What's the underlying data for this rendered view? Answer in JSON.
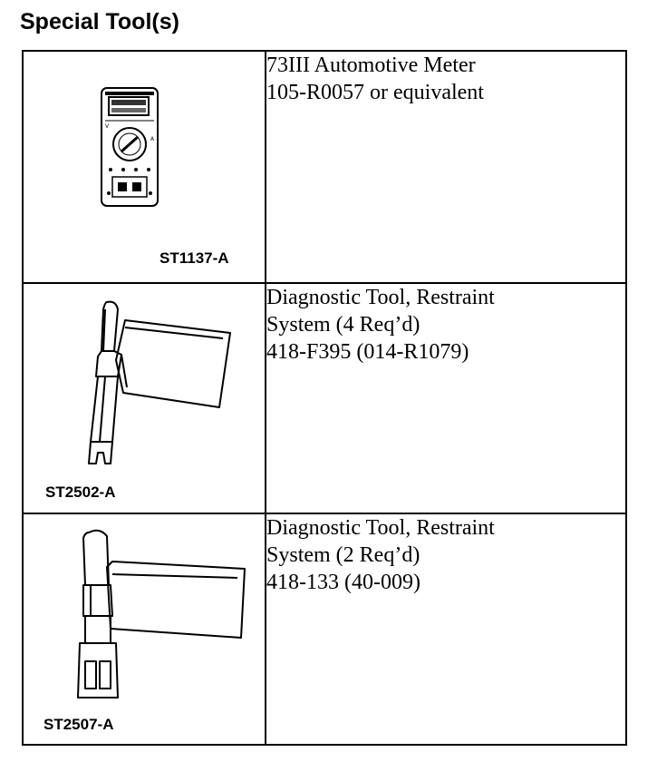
{
  "title": "Special Tool(s)",
  "tools": [
    {
      "illustration_code": "ST1137-A",
      "description": [
        "73III Automotive Meter",
        "105-R0057 or equivalent"
      ],
      "icon": "multimeter-icon"
    },
    {
      "illustration_code": "ST2502-A",
      "description": [
        "Diagnostic Tool, Restraint",
        "System (4 Req’d)",
        "418-F395 (014-R1079)"
      ],
      "icon": "restraint-diagnostic-tool-icon"
    },
    {
      "illustration_code": "ST2507-A",
      "description": [
        "Diagnostic Tool, Restraint",
        "System (2 Req’d)",
        "418-133 (40-009)"
      ],
      "icon": "restraint-diagnostic-tool-icon"
    }
  ]
}
